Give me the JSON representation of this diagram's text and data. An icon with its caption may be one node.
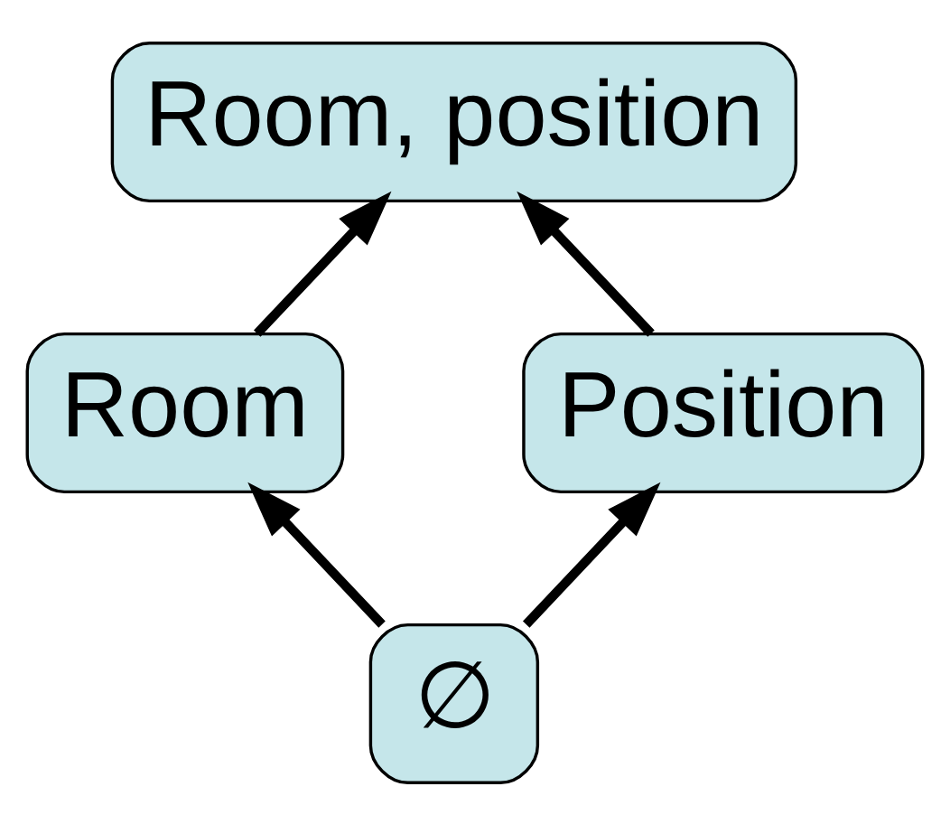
{
  "diagram": {
    "nodes": [
      {
        "text": [
          "Room, position"
        ]
      },
      {
        "text": [
          "Room"
        ]
      },
      {
        "text": [
          "Position"
        ]
      },
      {
        "text": [
          "∅"
        ]
      }
    ],
    "edges": [
      {
        "from": 3,
        "to": 1,
        "arrow": "to"
      },
      {
        "from": 3,
        "to": 2,
        "arrow": "to"
      },
      {
        "from": 1,
        "to": 0,
        "arrow": "to"
      },
      {
        "from": 2,
        "to": 0,
        "arrow": "to"
      }
    ]
  }
}
